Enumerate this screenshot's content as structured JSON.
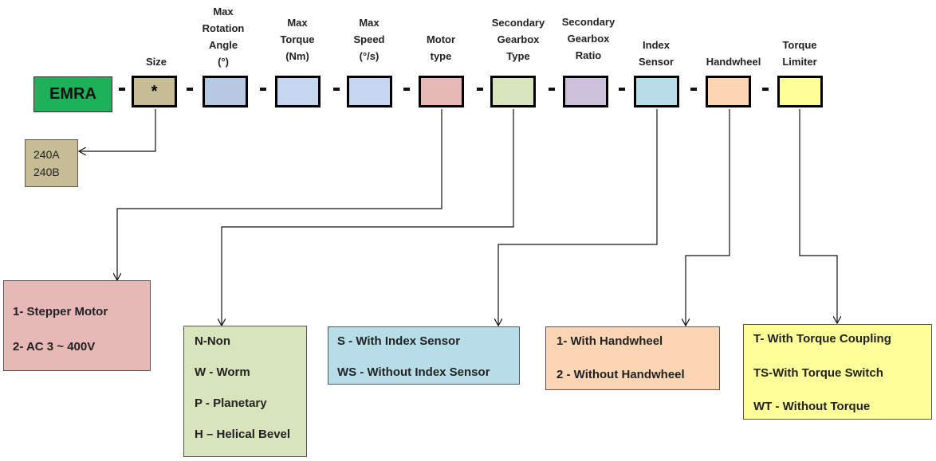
{
  "code": {
    "brand": "EMRA",
    "size_placeholder": "*",
    "separator": "-"
  },
  "fields": [
    {
      "lines": [
        "Size"
      ],
      "color": "#c6bc96"
    },
    {
      "lines": [
        "Max",
        "Rotation",
        "Angle",
        "(°)"
      ],
      "color": "#b7c9e2"
    },
    {
      "lines": [
        "Max",
        "Torque",
        "(Nm)"
      ],
      "color": "#c6d6f0"
    },
    {
      "lines": [
        "Max",
        "Speed",
        "(°/s)"
      ],
      "color": "#c6d6f0"
    },
    {
      "lines": [
        "Motor",
        "type"
      ],
      "color": "#e6b8b7"
    },
    {
      "lines": [
        "Secondary",
        "Gearbox",
        "Type"
      ],
      "color": "#d8e4bc"
    },
    {
      "lines": [
        "Secondary",
        "Gearbox",
        "Ratio"
      ],
      "color": "#ccc0da"
    },
    {
      "lines": [
        "Index",
        "Sensor"
      ],
      "color": "#b7dee8"
    },
    {
      "lines": [
        "Handwheel"
      ],
      "color": "#fcd5b4"
    },
    {
      "lines": [
        "Torque",
        "Limiter"
      ],
      "color": "#ffff99"
    }
  ],
  "options": {
    "size": [
      "240A",
      "240B"
    ],
    "motor_type": {
      "color": "#e6b8b7",
      "items": [
        "1- Stepper Motor",
        "2- AC 3 ~ 400V"
      ]
    },
    "gearbox_type": {
      "color": "#d8e4bc",
      "items": [
        "N-Non",
        "W - Worm",
        "P - Planetary",
        "H – Helical Bevel"
      ]
    },
    "index_sensor": {
      "color": "#b7dee8",
      "items": [
        "S - With Index Sensor",
        "WS - Without Index Sensor"
      ]
    },
    "handwheel": {
      "color": "#fcd5b4",
      "items": [
        "1- With Handwheel",
        "2 - Without Handwheel"
      ]
    },
    "torque_limiter": {
      "color": "#ffff99",
      "items": [
        "T- With Torque Coupling",
        "TS-With Torque Switch",
        "WT - Without Torque"
      ]
    }
  }
}
